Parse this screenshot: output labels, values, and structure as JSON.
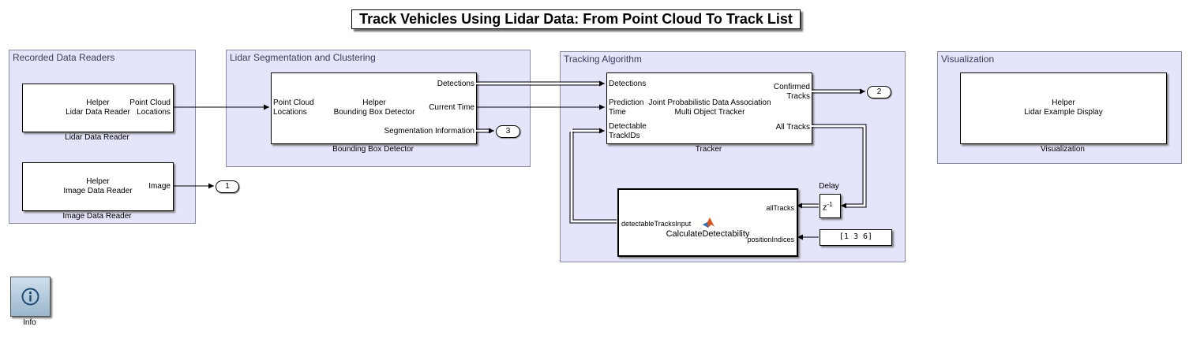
{
  "title": "Track Vehicles Using Lidar Data: From Point Cloud To Track List",
  "areas": {
    "recorded": "Recorded Data Readers",
    "segmentation": "Lidar Segmentation and Clustering",
    "tracking": "Tracking Algorithm",
    "visualization": "Visualization"
  },
  "lidar_reader": {
    "name_line1": "Helper",
    "name_line2": "Lidar Data Reader",
    "port_out_line1": "Point Cloud",
    "port_out_line2": "Locations",
    "caption": "Lidar Data Reader"
  },
  "image_reader": {
    "name_line1": "Helper",
    "name_line2": "Image Data Reader",
    "port_out": "Image",
    "caption": "Image Data Reader"
  },
  "bbox_detector": {
    "port_in_line1": "Point Cloud",
    "port_in_line2": "Locations",
    "name_line1": "Helper",
    "name_line2": "Bounding Box Detector",
    "port_detections": "Detections",
    "port_time": "Current Time",
    "port_seg": "Segmentation Information",
    "caption": "Bounding Box Detector"
  },
  "tracker": {
    "port_detections": "Detections",
    "port_pred_line1": "Prediction",
    "port_pred_line2": "Time",
    "port_detectable_line1": "Detectable",
    "port_detectable_line2": "TrackIDs",
    "name_line1": "Joint Probabilistic Data Association",
    "name_line2": "Multi Object Tracker",
    "port_confirmed_line1": "Confirmed",
    "port_confirmed_line2": "Tracks",
    "port_all": "All Tracks",
    "caption": "Tracker"
  },
  "calc": {
    "port_in_tracks": "allTracks",
    "port_in_pos": "positionIndices",
    "port_out": "detectableTracksInput",
    "name": "CalculateDetectability"
  },
  "delay": {
    "label": "Delay",
    "symbol": "z",
    "exponent": "-1"
  },
  "constant": {
    "value": "[1 3 6]"
  },
  "visualization": {
    "name_line1": "Helper",
    "name_line2": "Lidar Example Display",
    "caption": "Visualization"
  },
  "outports": {
    "image": "1",
    "confirmed": "2",
    "segmentation": "3"
  },
  "info": {
    "caption": "Info",
    "icon": "info-icon"
  },
  "colors": {
    "area_fill": "#e4e4fb",
    "area_border": "#8a8aa6",
    "matlab_orange": "#d9531e"
  }
}
